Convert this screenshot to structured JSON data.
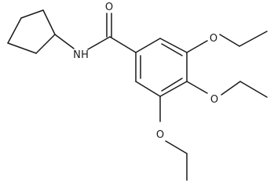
{
  "molecule": {
    "atoms": {
      "carbonyl_oxygen": "O",
      "amide_nitrogen": "N",
      "amide_hydrogen": "H",
      "ether_oxygen_3": "O",
      "ether_oxygen_4": "O",
      "ether_oxygen_5": "O"
    }
  },
  "colors": {
    "bond": "#1a1a1a",
    "background": "#ffffff"
  }
}
